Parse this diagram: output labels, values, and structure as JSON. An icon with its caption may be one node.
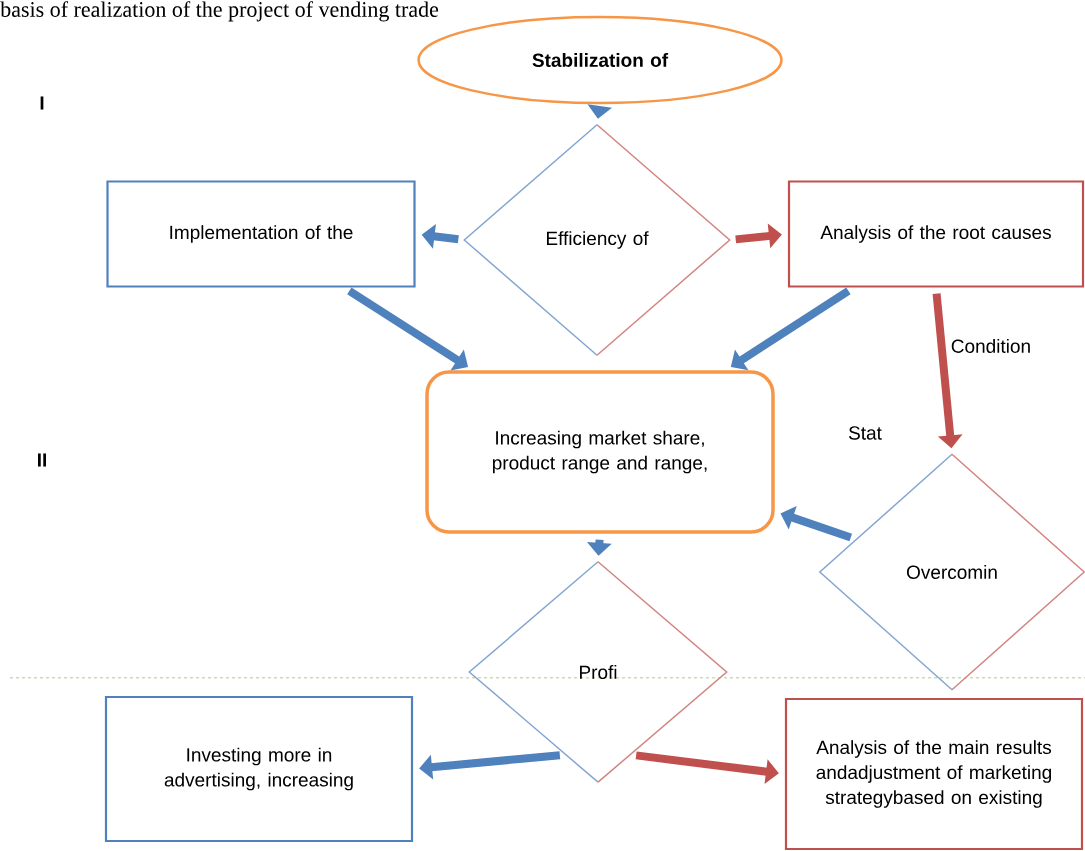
{
  "diagram": {
    "title": "basis of realization of the project of vending trade",
    "nodes": [
      {
        "text": [
          "Stabilization of"
        ]
      },
      {
        "text": [
          "Efficiency of"
        ]
      },
      {
        "text": [
          "Implementation of the"
        ]
      },
      {
        "text": [
          "Analysis of the root causes"
        ]
      },
      {
        "text": [
          "Increasing market share, product range and range,"
        ]
      },
      {
        "text": [
          "Overcomin"
        ]
      },
      {
        "text": [
          "Profi"
        ]
      },
      {
        "text": [
          "Investing more in advertising, increasing"
        ]
      },
      {
        "text": [
          "Analysis of the main results andadjustment of marketing strategybased on existing"
        ]
      }
    ],
    "edges": [
      {
        "from": 0,
        "to": 1,
        "arrow": "to"
      },
      {
        "from": 1,
        "to": 2,
        "arrow": "to"
      },
      {
        "from": 1,
        "to": 3,
        "arrow": "to",
        "color": "#c0504d"
      },
      {
        "from": 2,
        "to": 4,
        "arrow": "to"
      },
      {
        "from": 3,
        "to": 4,
        "arrow": "to"
      },
      {
        "from": 3,
        "to": 5,
        "arrow": "to",
        "color": "#c0504d",
        "label": "Condition"
      },
      {
        "from": 5,
        "to": 4,
        "arrow": "to"
      },
      {
        "from": 4,
        "to": 6,
        "arrow": "to"
      },
      {
        "from": 6,
        "to": 7,
        "arrow": "to"
      },
      {
        "from": 6,
        "to": 8,
        "arrow": "to",
        "color": "#c0504d"
      }
    ],
    "labels": [
      "I",
      "II",
      "Stat"
    ]
  }
}
